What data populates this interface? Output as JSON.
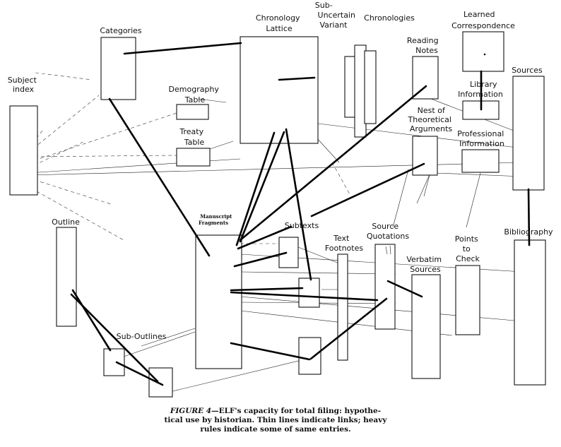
{
  "labels": {
    "subject_index": [
      "Subject",
      "index"
    ],
    "categories": "Categories",
    "chronology_lattice": [
      "Chronology",
      "Lattice"
    ],
    "uncertain_variant": [
      "Sub-",
      "Uncertain",
      "Variant"
    ],
    "chronologies": "Chronologies",
    "learned_correspondence": [
      "Learned",
      "Correspondence"
    ],
    "reading_notes": [
      "Reading",
      "Notes"
    ],
    "sources": "Sources",
    "library_information": [
      "Library",
      "Information"
    ],
    "demography_table": [
      "Demography",
      "Table"
    ],
    "nest_of_theoretical_arguments": [
      "Nest of",
      "Theoretical",
      "Arguments"
    ],
    "treaty_table": [
      "Treaty",
      "Table"
    ],
    "professional_information": [
      "Professional",
      "Information"
    ],
    "manuscript_fragments": [
      "Manuscript",
      "Fragments"
    ],
    "outline": "Outline",
    "subtexts": "Subtexts",
    "text_footnotes": [
      "Text",
      "Footnotes"
    ],
    "source_quotations": [
      "Source",
      "Quotations"
    ],
    "points_to_check": [
      "Points",
      "to",
      "Check"
    ],
    "bibliography": "Bibliography",
    "verbatim_sources": [
      "Verbatim",
      "Sources"
    ],
    "sub_outlines": "Sub-Outlines"
  },
  "caption": {
    "figure_label": "FIGURE 4",
    "line1": "—ELF's capacity for total filing: hypothe-",
    "line2": "tical use by historian. Thin lines indicate links; heavy",
    "line3": "rules indicate some of same entries."
  }
}
